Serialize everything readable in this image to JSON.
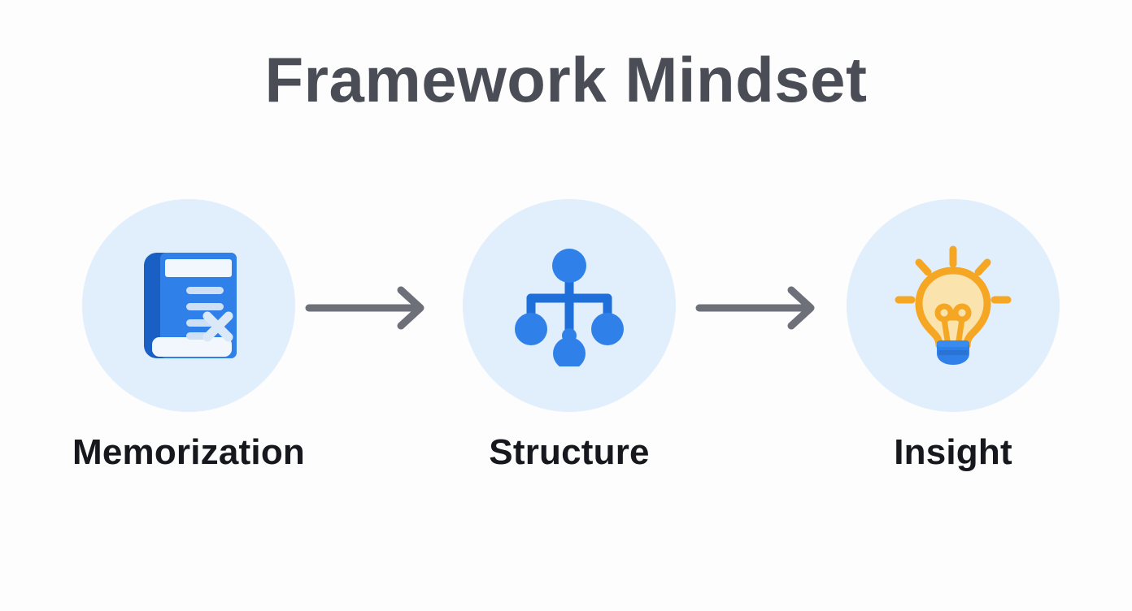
{
  "page": {
    "title": "Framework Mindset",
    "background_color": "#fdfdfd",
    "title_color": "#4a4d55",
    "label_color": "#16181d",
    "circle_color": "#e1eefb",
    "arrow_color": "#6e7079",
    "accent_blue": "#2f80e8",
    "accent_blue_dark": "#1a5fc4",
    "accent_amber": "#f5a623",
    "accent_cream": "#fbe3ae"
  },
  "flow": {
    "stages": [
      {
        "id": "memorization",
        "label": "Memorization",
        "icon": "book-x-icon"
      },
      {
        "id": "structure",
        "label": "Structure",
        "icon": "hierarchy-tree-icon"
      },
      {
        "id": "insight",
        "label": "Insight",
        "icon": "lightbulb-icon"
      }
    ],
    "arrows": [
      {
        "id": "arrow-1",
        "icon": "arrow-right-icon",
        "from": "memorization",
        "to": "structure"
      },
      {
        "id": "arrow-2",
        "icon": "arrow-right-icon",
        "from": "structure",
        "to": "insight"
      }
    ]
  }
}
